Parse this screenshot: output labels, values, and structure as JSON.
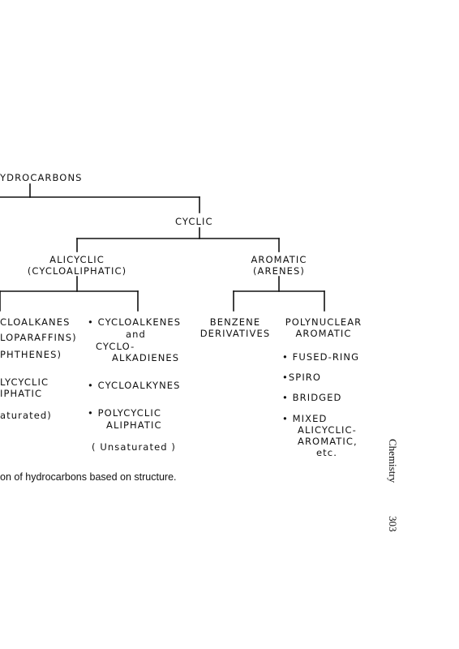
{
  "diagram": {
    "root": "YDROCARBONS",
    "cyclic": "CYCLIC",
    "alicyclic": {
      "line1": "ALICYCLIC",
      "line2": "(CYCLOALIPHATIC)"
    },
    "aromatic": {
      "line1": "AROMATIC",
      "line2": "(ARENES)"
    },
    "cycloalkanes_col": {
      "line1": "CLOALKANES",
      "line2": "LOPARAFFINS)",
      "line3": "PHTHENES)",
      "line4": "LYCYCLIC",
      "line5": "IPHATIC",
      "line6": "aturated)"
    },
    "cycloalkenes_col": {
      "item1_line1": "• CYCLOALKENES",
      "item1_line2": "and",
      "item1_line3": "CYCLO-",
      "item1_line4": "ALKADIENES",
      "item2": "• CYCLOALKYNES",
      "item3_line1": "• POLYCYCLIC",
      "item3_line2": "ALIPHATIC",
      "note": "( Unsaturated )"
    },
    "benzene": {
      "line1": "BENZENE",
      "line2": "DERIVATIVES"
    },
    "polynuclear": {
      "line1": "POLYNUCLEAR",
      "line2": "AROMATIC",
      "item1": "• FUSED-RING",
      "item2": "•SPIRO",
      "item3": "• BRIDGED",
      "item4_line1": "• MIXED",
      "item4_line2": "ALICYCLIC-",
      "item4_line3": "AROMATIC,",
      "item4_line4": "etc."
    }
  },
  "caption": "on of hydrocarbons based on structure.",
  "running_head": {
    "title": "Chemistry",
    "page": "303"
  }
}
